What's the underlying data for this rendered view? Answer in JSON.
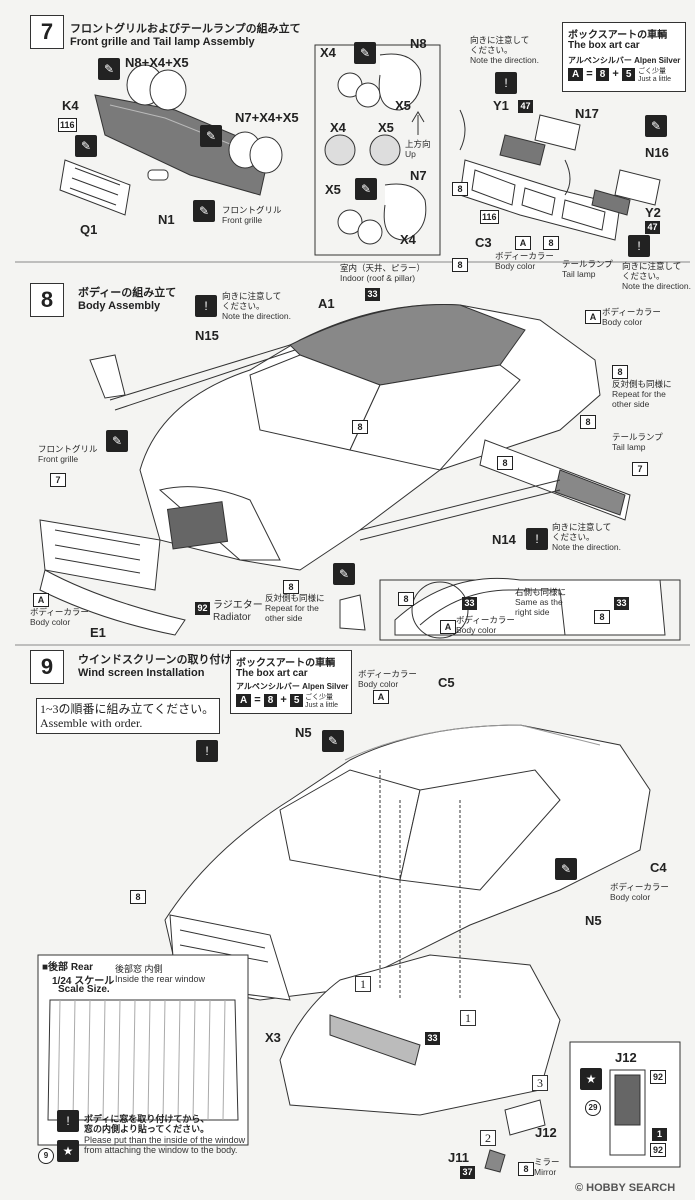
{
  "step7": {
    "num": "7",
    "title_jp": "フロントグリルおよびテールランプの組み立て",
    "title_en": "Front grille and Tail lamp Assembly",
    "labels": {
      "n8x4x5": "N8+X4+X5",
      "k4": "K4",
      "k4_code": "116",
      "n7x4x5": "N7+X4+X5",
      "q1": "Q1",
      "n1": "N1",
      "front_grille_jp": "フロントグリル",
      "front_grille_en": "Front grille",
      "x4a": "X4",
      "n8": "N8",
      "x5a": "X5",
      "x4b": "X4",
      "x5b": "X5",
      "up_jp": "上方向",
      "up_en": "Up",
      "x5c": "X5",
      "n7": "N7",
      "x4c": "X4"
    },
    "note_jp": "向きに注意して\nください。",
    "note_en": "Note the direction.",
    "boxart": {
      "title_jp": "ボックスアートの車輌",
      "title_en": "The box art car",
      "color_name": "アルペンシルバー Alpen Silver",
      "formula_a": "A",
      "formula_eq": "=",
      "formula_8": "8",
      "formula_plus": "+",
      "formula_5": "5",
      "note_jp": "ごく少量",
      "note_en": "Just a little"
    },
    "tail": {
      "y1": "Y1",
      "c47a": "47",
      "n17": "N17",
      "n16": "N16",
      "y2": "Y2",
      "c47b": "47",
      "c8a": "8",
      "c116": "116",
      "c3": "C3",
      "ca": "A",
      "c8b": "8",
      "body_color_jp": "ボディーカラー",
      "body_color_en": "Body color",
      "tail_jp": "テールランプ",
      "tail_en": "Tail lamp",
      "note_jp": "向きに注意して\nください。",
      "note_en": "Note the direction."
    }
  },
  "step8": {
    "num": "8",
    "title_jp": "ボディーの組み立て",
    "title_en": "Body Assembly",
    "note_jp": "向きに注意して\nください。",
    "note_en": "Note the direction.",
    "n15": "N15",
    "a1": "A1",
    "indoor_jp": "室内（天井、ピラー）",
    "indoor_en": "Indoor (roof & pillar)",
    "c33": "33",
    "c8_top": "8",
    "body_color_a": "A",
    "body_color_jp": "ボディーカラー",
    "body_color_en": "Body color",
    "c8_right": "8",
    "repeat_jp": "反対側も同様に",
    "repeat_en": "Repeat for the\nother side",
    "c8_mid": "8",
    "c8_a": "8",
    "tail_jp": "テールランプ",
    "tail_en": "Tail lamp",
    "c7_right": "7",
    "c8_b": "8",
    "n14": "N14",
    "note2_jp": "向きに注意して\nください。",
    "note2_en": "Note the direction.",
    "front_grille_jp": "フロントグリル",
    "front_grille_en": "Front grille",
    "c7_left": "7",
    "ca_left": "A",
    "body_color_left_jp": "ボディーカラー",
    "body_color_left_en": "Body color",
    "e1": "E1",
    "c92": "92",
    "radiator_jp": "ラジエター",
    "radiator_en": "Radiator",
    "c8_rad": "8",
    "repeat2_jp": "反対側も同様に",
    "repeat2_en": "Repeat for the\nother side",
    "inset": {
      "c8": "8",
      "c33a": "33",
      "ca": "A",
      "body_color_jp": "ボディーカラー",
      "body_color_en": "Body color",
      "right_jp": "右側も同様に",
      "right_en": "Same as the\nright side",
      "c33b": "33",
      "c8b": "8"
    }
  },
  "step9": {
    "num": "9",
    "title_jp": "ウインドスクリーンの取り付け",
    "title_en": "Wind screen Installation",
    "boxart": {
      "title_jp": "ボックスアートの車輌",
      "title_en": "The box art car",
      "color_name": "アルペンシルバー Alpen Silver",
      "formula_a": "A",
      "formula_eq": "=",
      "formula_8": "8",
      "formula_plus": "+",
      "formula_5": "5",
      "note_jp": "ごく少量",
      "note_en": "Just a little"
    },
    "order_jp": "1~3の順番に組み立てください。",
    "order_en": "Assemble with order.",
    "n5a": "N5",
    "body_color_a": "A",
    "body_color_jp": "ボディーカラー",
    "body_color_en": "Body color",
    "c5": "C5",
    "c4": "C4",
    "body_color2_jp": "ボディーカラー",
    "body_color2_en": "Body color",
    "n5b": "N5",
    "c8_body": "8",
    "marker1a": "1",
    "marker1b": "1",
    "x3": "X3",
    "c33": "33",
    "rear": {
      "title": "■後部 Rear",
      "scale_jp": "1/24 スケール",
      "scale_en": "Scale Size.",
      "inside_jp": "後部窓 内側",
      "inside_en": "Inside the rear window"
    },
    "window_note_jp": "ボディに窓を取り付けてから、\n窓の内側より貼ってください。",
    "window_note_en": "Please put than the inside of the window\nfrom attaching the window to the body.",
    "c9": "9",
    "j12_box": "J12",
    "c92a": "92",
    "c29": "29",
    "c1": "1",
    "c92b": "92",
    "marker3": "3",
    "j12": "J12",
    "marker2": "2",
    "j11": "J11",
    "c37": "37",
    "c8_mirror": "8",
    "mirror_jp": "ミラー",
    "mirror_en": "Mirror"
  },
  "watermark": "© HOBBY SEARCH"
}
